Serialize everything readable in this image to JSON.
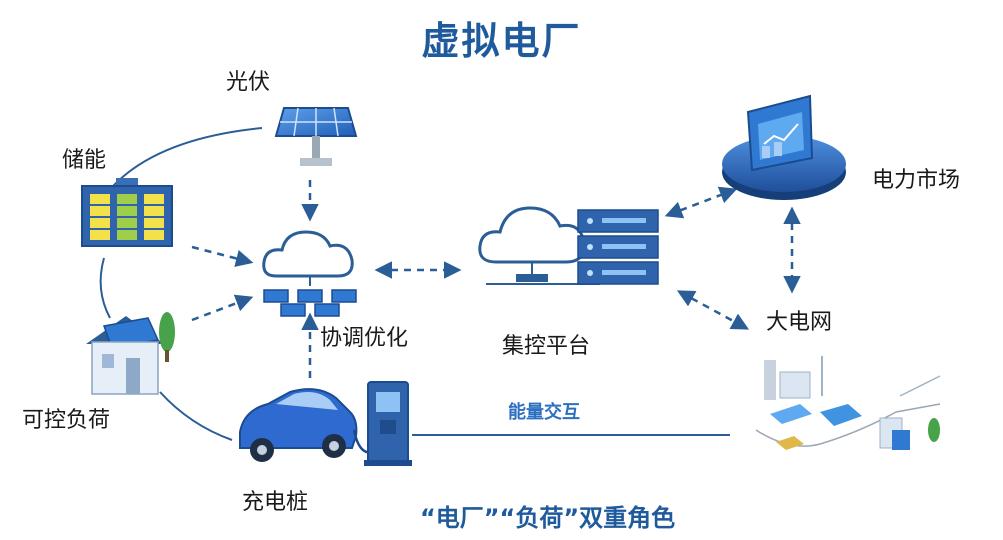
{
  "title": "虚拟电厂",
  "subtitle": "“电厂”“负荷”双重角色",
  "nodes": {
    "pv": "光伏",
    "storage": "储能",
    "load": "可控负荷",
    "charger": "充电桩",
    "coord": "协调优化",
    "platform": "集控平台",
    "market": "电力市场",
    "grid": "大电网"
  },
  "edge_labels": {
    "energy_exchange": "能量交互"
  },
  "colors": {
    "primary": "#1f5a9c",
    "accent": "#2d6fc0",
    "line": "#2b5d97",
    "light_blue": "#6aa6e6"
  },
  "icons": {
    "pv": "solar-panel-icon",
    "storage": "battery-storage-icon",
    "load": "house-icon",
    "charger": "ev-charger-icon",
    "car": "electric-car-icon",
    "coord": "cloud-network-icon",
    "platform": "cloud-server-icon",
    "market": "market-platform-icon",
    "grid": "power-grid-icon"
  }
}
